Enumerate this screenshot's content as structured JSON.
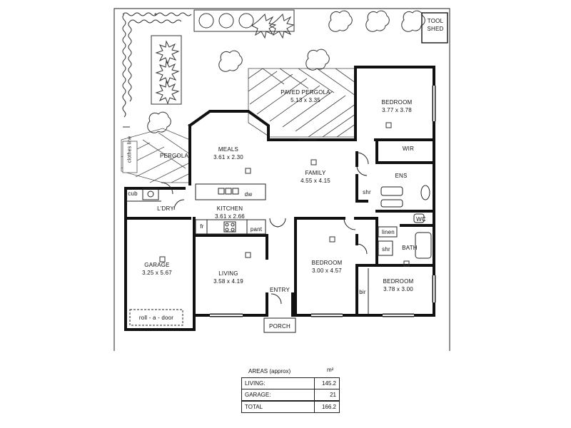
{
  "rooms": {
    "tool_shed": {
      "line1": "TOOL",
      "line2": "SHED"
    },
    "paved_pergola": {
      "name": "PAVED PERGOLA",
      "size": "5.13 x 3.35"
    },
    "bedroom_1": {
      "name": "BEDROOM",
      "size": "3.77 x 3.78"
    },
    "meals": {
      "name": "MEALS",
      "size": "3.61 x 2.30"
    },
    "pergola": {
      "name": "PERGOLA"
    },
    "wir": {
      "name": "WIR"
    },
    "family": {
      "name": "FAMILY",
      "size": "4.55 x 4.15"
    },
    "ens": {
      "name": "ENS"
    },
    "shr_ens": {
      "name": "shr"
    },
    "cub": {
      "name": "cub"
    },
    "dw": {
      "name": "dw"
    },
    "ldry": {
      "name": "L'DRY"
    },
    "kitchen": {
      "name": "KITCHEN",
      "size": "3.61 x 2.66"
    },
    "fr": {
      "name": "fr"
    },
    "pant": {
      "name": "pant"
    },
    "wc": {
      "name": "WC"
    },
    "linen": {
      "name": "linen"
    },
    "shr_bath": {
      "name": "shr"
    },
    "bath": {
      "name": "BATH"
    },
    "garage": {
      "name": "GARAGE",
      "size": "3.25 x 5.67"
    },
    "living": {
      "name": "LIVING",
      "size": "3.58 x 4.19"
    },
    "bedroom_2": {
      "name": "BEDROOM",
      "size": "3.00 x 4.57"
    },
    "bedroom_3": {
      "name": "BEDROOM",
      "size": "3.78 x 3.00"
    },
    "bir": {
      "name": "bir"
    },
    "entry": {
      "name": "ENTRY"
    },
    "porch": {
      "name": "PORCH"
    },
    "clothes_line": {
      "name": "clothes line"
    },
    "roll_a_door": {
      "name": "roll - a - door"
    }
  },
  "areas": {
    "header": "AREAS (approx)",
    "unit": "m²",
    "rows": [
      {
        "label": "LIVING:",
        "value": "145.2"
      },
      {
        "label": "GARAGE:",
        "value": "21"
      }
    ],
    "total": {
      "label": "TOTAL",
      "value": "166.2"
    }
  }
}
